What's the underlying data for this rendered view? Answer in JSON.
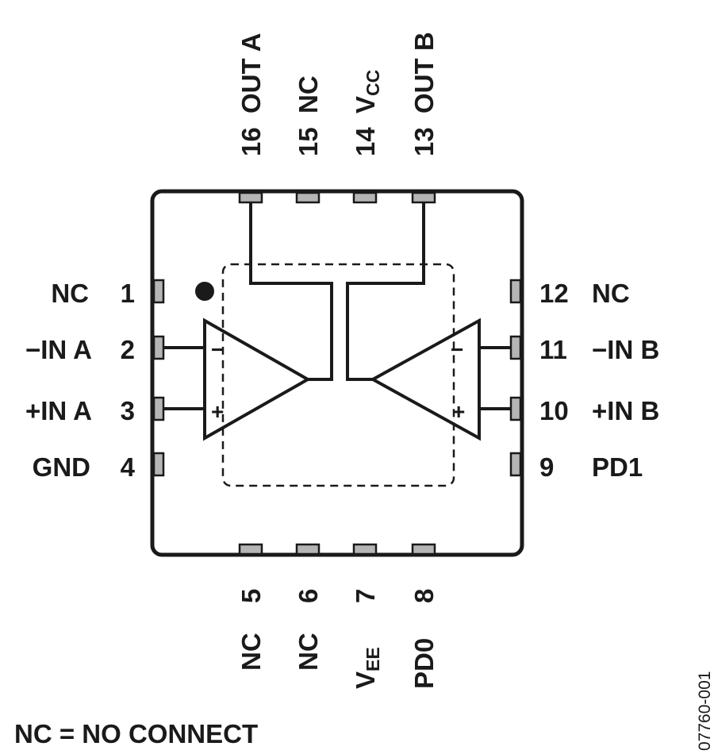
{
  "pins_left": [
    {
      "num": "1",
      "name": "NC"
    },
    {
      "num": "2",
      "name": "−IN A"
    },
    {
      "num": "3",
      "name": "+IN A"
    },
    {
      "num": "4",
      "name": "GND"
    }
  ],
  "pins_bottom": [
    {
      "num": "5",
      "name": "NC"
    },
    {
      "num": "6",
      "name": "NC"
    },
    {
      "num": "7",
      "name": "V",
      "sub": "EE"
    },
    {
      "num": "8",
      "name": "PD0"
    }
  ],
  "pins_right": [
    {
      "num": "9",
      "name": "PD1"
    },
    {
      "num": "10",
      "name": "+IN B"
    },
    {
      "num": "11",
      "name": "−IN B"
    },
    {
      "num": "12",
      "name": "NC"
    }
  ],
  "pins_top": [
    {
      "num": "13",
      "name": "OUT B"
    },
    {
      "num": "14",
      "name": "V",
      "sub": "CC"
    },
    {
      "num": "15",
      "name": "NC"
    },
    {
      "num": "16",
      "name": "OUT A"
    }
  ],
  "amp_symbols": {
    "minus": "−",
    "plus": "+"
  },
  "footnote": "NC = NO CONNECT",
  "figure_code": "07760-001"
}
